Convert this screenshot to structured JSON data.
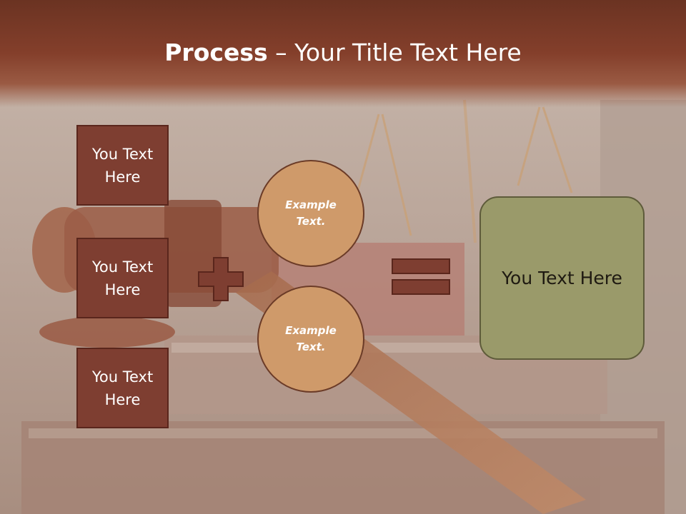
{
  "slide": {
    "title_bold": "Process",
    "title_rest": " – Your Title Text Here",
    "boxes": [
      {
        "label": "You Text Here"
      },
      {
        "label": "You Text Here"
      },
      {
        "label": "You Text Here"
      }
    ],
    "circles": [
      {
        "label": "Example Text."
      },
      {
        "label": "Example Text."
      }
    ],
    "result": {
      "label": "You Text Here"
    }
  },
  "colors": {
    "header": "#843f2b",
    "box_fill": "#7e3e31",
    "circle_fill": "#cf9a6a",
    "result_fill": "#9a9a6a"
  },
  "icons": [
    "plus-icon",
    "equals-icon"
  ]
}
